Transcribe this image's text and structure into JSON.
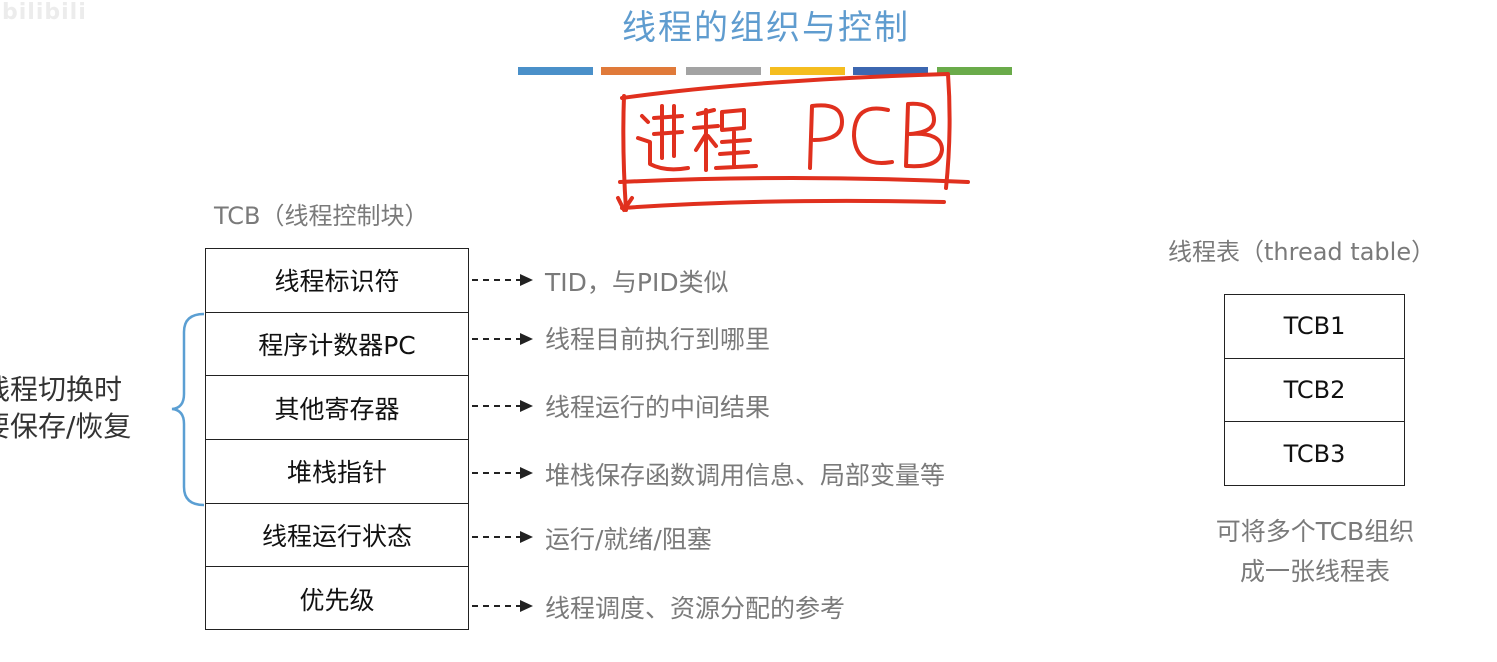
{
  "watermark": "bilibili",
  "slide": {
    "title": "线程的组织与控制",
    "handwritten_note": "进程 PCB",
    "color_bar": [
      "#4a90c9",
      "#e07a3a",
      "#a3a3a3",
      "#f5bd1f",
      "#3c67b0",
      "#6aab4a"
    ],
    "handwriting_color": "#e0301e"
  },
  "tcb": {
    "caption": "TCB（线程控制块）",
    "rows": [
      "线程标识符",
      "程序计数器PC",
      "其他寄存器",
      "堆栈指针",
      "线程运行状态",
      "优先级"
    ],
    "descriptions": [
      "TID，与PID类似",
      "线程目前执行到哪里",
      "线程运行的中间结果",
      "堆栈保存函数调用信息、局部变量等",
      "运行/就绪/阻塞",
      "线程调度、资源分配的参考"
    ],
    "side_note": [
      "线程切换时",
      "要保存/恢复"
    ]
  },
  "thread_table": {
    "caption": "线程表（thread table）",
    "rows": [
      "TCB1",
      "TCB2",
      "TCB3"
    ],
    "note": [
      "可将多个TCB组织",
      "成一张线程表"
    ]
  }
}
